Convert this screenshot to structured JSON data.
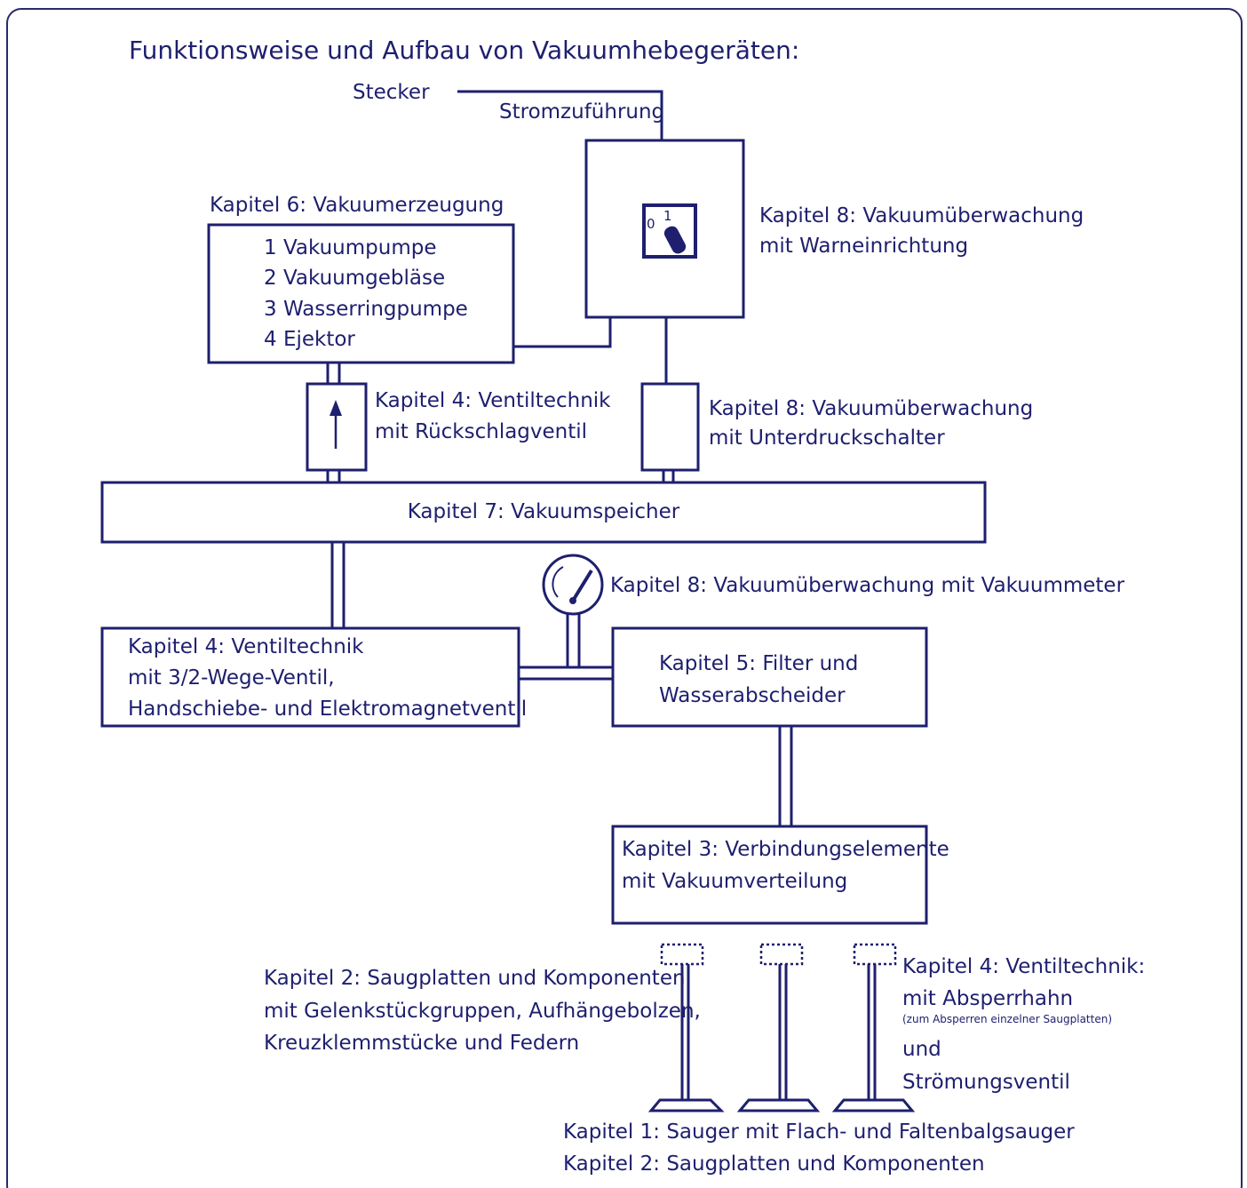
{
  "title": "Funktionsweise und Aufbau von Vakuumhebegeräten:",
  "labels": {
    "stecker": "Stecker",
    "stromzufuehrung": "Stromzuführung",
    "kap6_title": "Kapitel 6: Vakuumerzeugung",
    "kap6_items": [
      "1 Vakuumpumpe",
      "2 Vakuumgebläse",
      "3 Wasserringpumpe",
      "4 Ejektor"
    ],
    "kap8_warn_1": "Kapitel 8: Vakuumüberwachung",
    "kap8_warn_2": "mit Warneinrichtung",
    "switch_0": "0",
    "switch_1": "1",
    "kap4_rueck_1": "Kapitel 4: Ventiltechnik",
    "kap4_rueck_2": "mit Rückschlagventil",
    "kap8_unter_1": "Kapitel 8: Vakuumüberwachung",
    "kap8_unter_2": "mit Unterdruckschalter",
    "kap7": "Kapitel 7: Vakuumspeicher",
    "kap8_meter": "Kapitel 8: Vakuumüberwachung mit Vakuummeter",
    "kap4_wege_1": "Kapitel 4: Ventiltechnik",
    "kap4_wege_2": "mit 3/2-Wege-Ventil,",
    "kap4_wege_3": "Handschiebe- und Elektromagnetventil",
    "kap5_1": "Kapitel 5: Filter und",
    "kap5_2": "Wasserabscheider",
    "kap3_1": "Kapitel 3: Verbindungselemente",
    "kap3_2": "mit Vakuumverteilung",
    "kap2_1": "Kapitel 2: Saugplatten und Komponenten",
    "kap2_2": "mit Gelenkstückgruppen, Aufhängebolzen,",
    "kap2_3": "Kreuzklemmstücke und Federn",
    "kap4_abs_1": "Kapitel 4: Ventiltechnik:",
    "kap4_abs_2": "mit Absperrhahn",
    "kap4_abs_3": "(zum Absperren einzelner Saugplatten)",
    "kap4_abs_4": "und",
    "kap4_abs_5": "Strömungsventil",
    "kap1": "Kapitel 1: Sauger mit Flach- und Faltenbalgsauger",
    "kap2_bottom": "Kapitel 2: Saugplatten und Komponenten"
  },
  "colors": {
    "ink": "#1e1f6e",
    "frame": "#2a2a6a"
  }
}
